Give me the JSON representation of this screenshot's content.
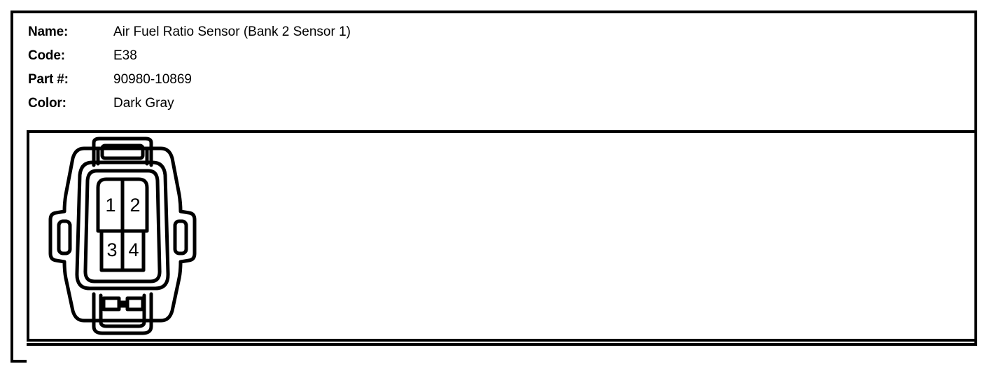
{
  "sheet": {
    "spec_rows": [
      {
        "label": "Name:",
        "value": "Air Fuel Ratio Sensor (Bank 2 Sensor 1)"
      },
      {
        "label": "Code:",
        "value": "E38"
      },
      {
        "label": "Part #:",
        "value": "90980-10869"
      },
      {
        "label": "Color:",
        "value": "Dark Gray"
      }
    ],
    "connector": {
      "cavity_count": 4,
      "pins": [
        {
          "number": "1",
          "row": "top",
          "position": "left"
        },
        {
          "number": "2",
          "row": "top",
          "position": "right"
        },
        {
          "number": "3",
          "row": "bottom",
          "position": "left"
        },
        {
          "number": "4",
          "row": "bottom",
          "position": "right"
        }
      ]
    },
    "colors": {
      "ink": "#000000",
      "paper": "#ffffff"
    }
  }
}
